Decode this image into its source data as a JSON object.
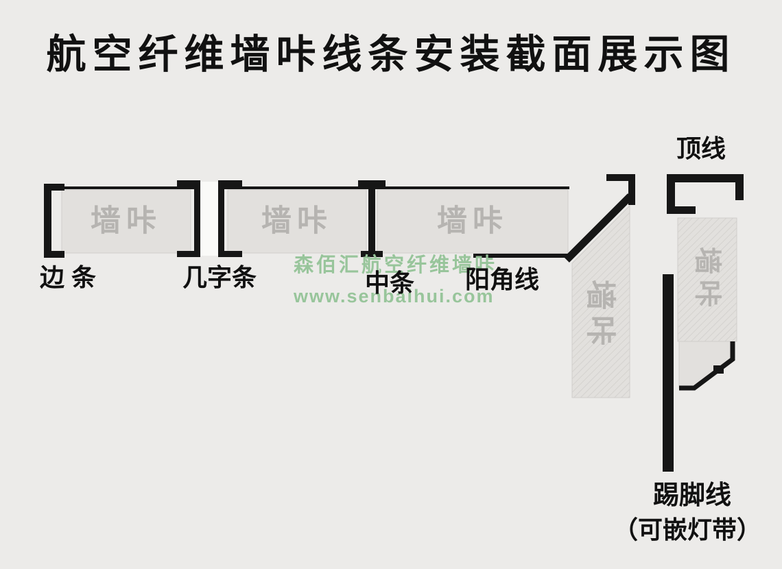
{
  "title": "航空纤维墙咔线条安装截面展示图",
  "diagram": {
    "panel_label": "墙咔",
    "labels": {
      "edge_strip": "边 条",
      "ji_strip": "几字条",
      "middle_strip": "中条",
      "outer_corner": "阳角线",
      "crown_line": "顶线",
      "skirting_line": "踢脚线",
      "skirting_note": "（可嵌灯带）"
    }
  },
  "watermark": {
    "brand": "森佰汇航空纤维墙咔",
    "site": "www.senbaihui.com"
  },
  "colors": {
    "background": "#ecebe9",
    "panel": "#e2e0dd",
    "profile": "#161616",
    "panel-text": "#b6b4b1",
    "label-text": "#111111",
    "watermark": "#98c59b"
  }
}
